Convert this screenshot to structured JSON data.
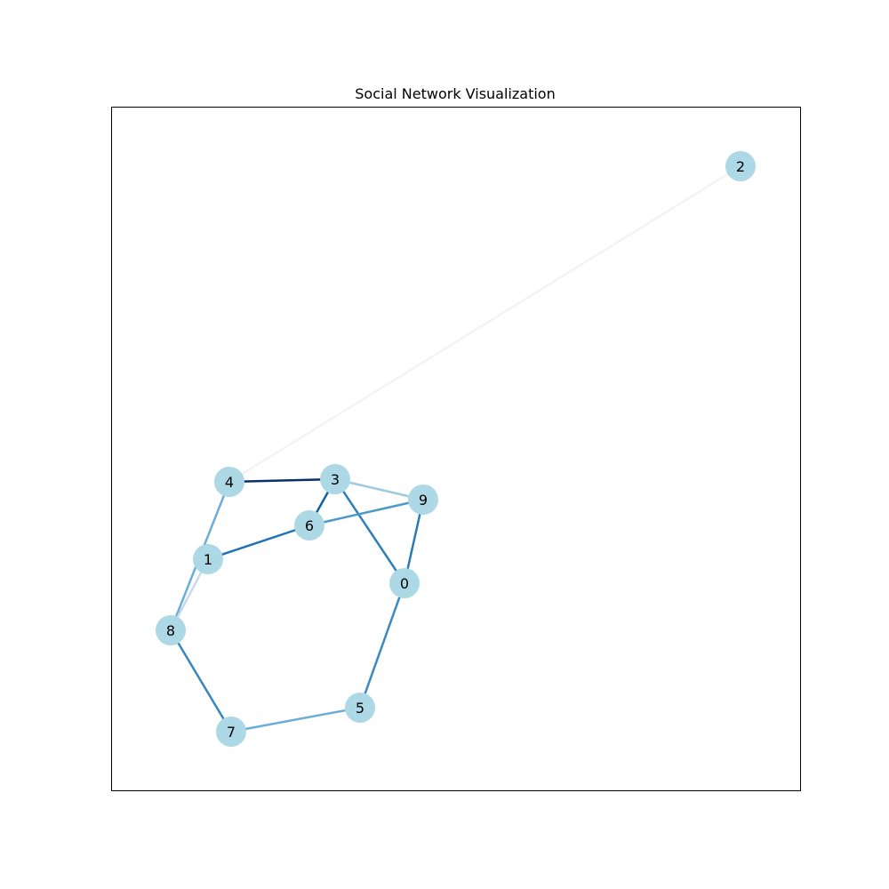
{
  "title": "Social Network Visualization",
  "colors": {
    "node_fill": "#add8e6",
    "frame": "#000000",
    "background": "#ffffff"
  },
  "nodes": [
    {
      "id": "0"
    },
    {
      "id": "1"
    },
    {
      "id": "2"
    },
    {
      "id": "3"
    },
    {
      "id": "4"
    },
    {
      "id": "5"
    },
    {
      "id": "6"
    },
    {
      "id": "7"
    },
    {
      "id": "8"
    },
    {
      "id": "9"
    }
  ],
  "edges": [
    {
      "source": "4",
      "target": "3",
      "color": "#08306b"
    },
    {
      "source": "4",
      "target": "2",
      "color": "#f3f3f3"
    },
    {
      "source": "4",
      "target": "8",
      "color": "#6aaed6"
    },
    {
      "source": "3",
      "target": "9",
      "color": "#9ecae1"
    },
    {
      "source": "3",
      "target": "6",
      "color": "#135fa7"
    },
    {
      "source": "3",
      "target": "0",
      "color": "#2e7ebc"
    },
    {
      "source": "6",
      "target": "9",
      "color": "#4b98ca"
    },
    {
      "source": "6",
      "target": "1",
      "color": "#2171b5"
    },
    {
      "source": "1",
      "target": "8",
      "color": "#c6dbef"
    },
    {
      "source": "9",
      "target": "0",
      "color": "#2a7ab9"
    },
    {
      "source": "0",
      "target": "5",
      "color": "#3a89c1"
    },
    {
      "source": "5",
      "target": "7",
      "color": "#6aaed6"
    },
    {
      "source": "8",
      "target": "7",
      "color": "#3787c0"
    }
  ]
}
